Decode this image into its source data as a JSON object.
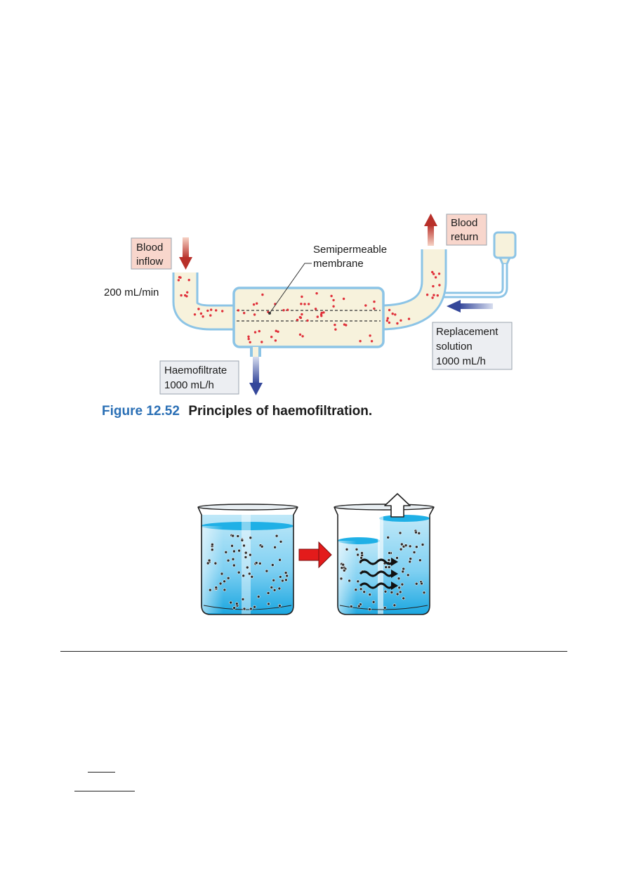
{
  "figure": {
    "labels": {
      "blood_inflow": [
        "Blood",
        "inflow"
      ],
      "flow_rate": "200 mL/min",
      "membrane": [
        "Semipermeable",
        "membrane"
      ],
      "blood_return": [
        "Blood",
        "return"
      ],
      "replacement": [
        "Replacement",
        "solution",
        "1000 mL/h"
      ],
      "haemofiltrate": [
        "Haemofiltrate",
        "1000 mL/h"
      ]
    },
    "caption": {
      "number": "Figure 12.52",
      "text": "Principles of haemofiltration."
    },
    "colors": {
      "tube": "#8cc4e6",
      "blood": "#f7f2dc",
      "dot": "#e0303a",
      "label_pink": "#f8d6cc",
      "label_grey": "#eceef2",
      "arrow_red": "#c2372b",
      "arrow_blue": "#3d4f9a",
      "caption_blue": "#2a6fb5",
      "water": "#23b7e8",
      "red_arrow": "#e31b1b"
    }
  },
  "beakers": {
    "icons": [
      "beaker-icon",
      "beaker-icon",
      "red-arrow-icon",
      "up-arrow-icon",
      "wavy-arrow-icon"
    ]
  }
}
